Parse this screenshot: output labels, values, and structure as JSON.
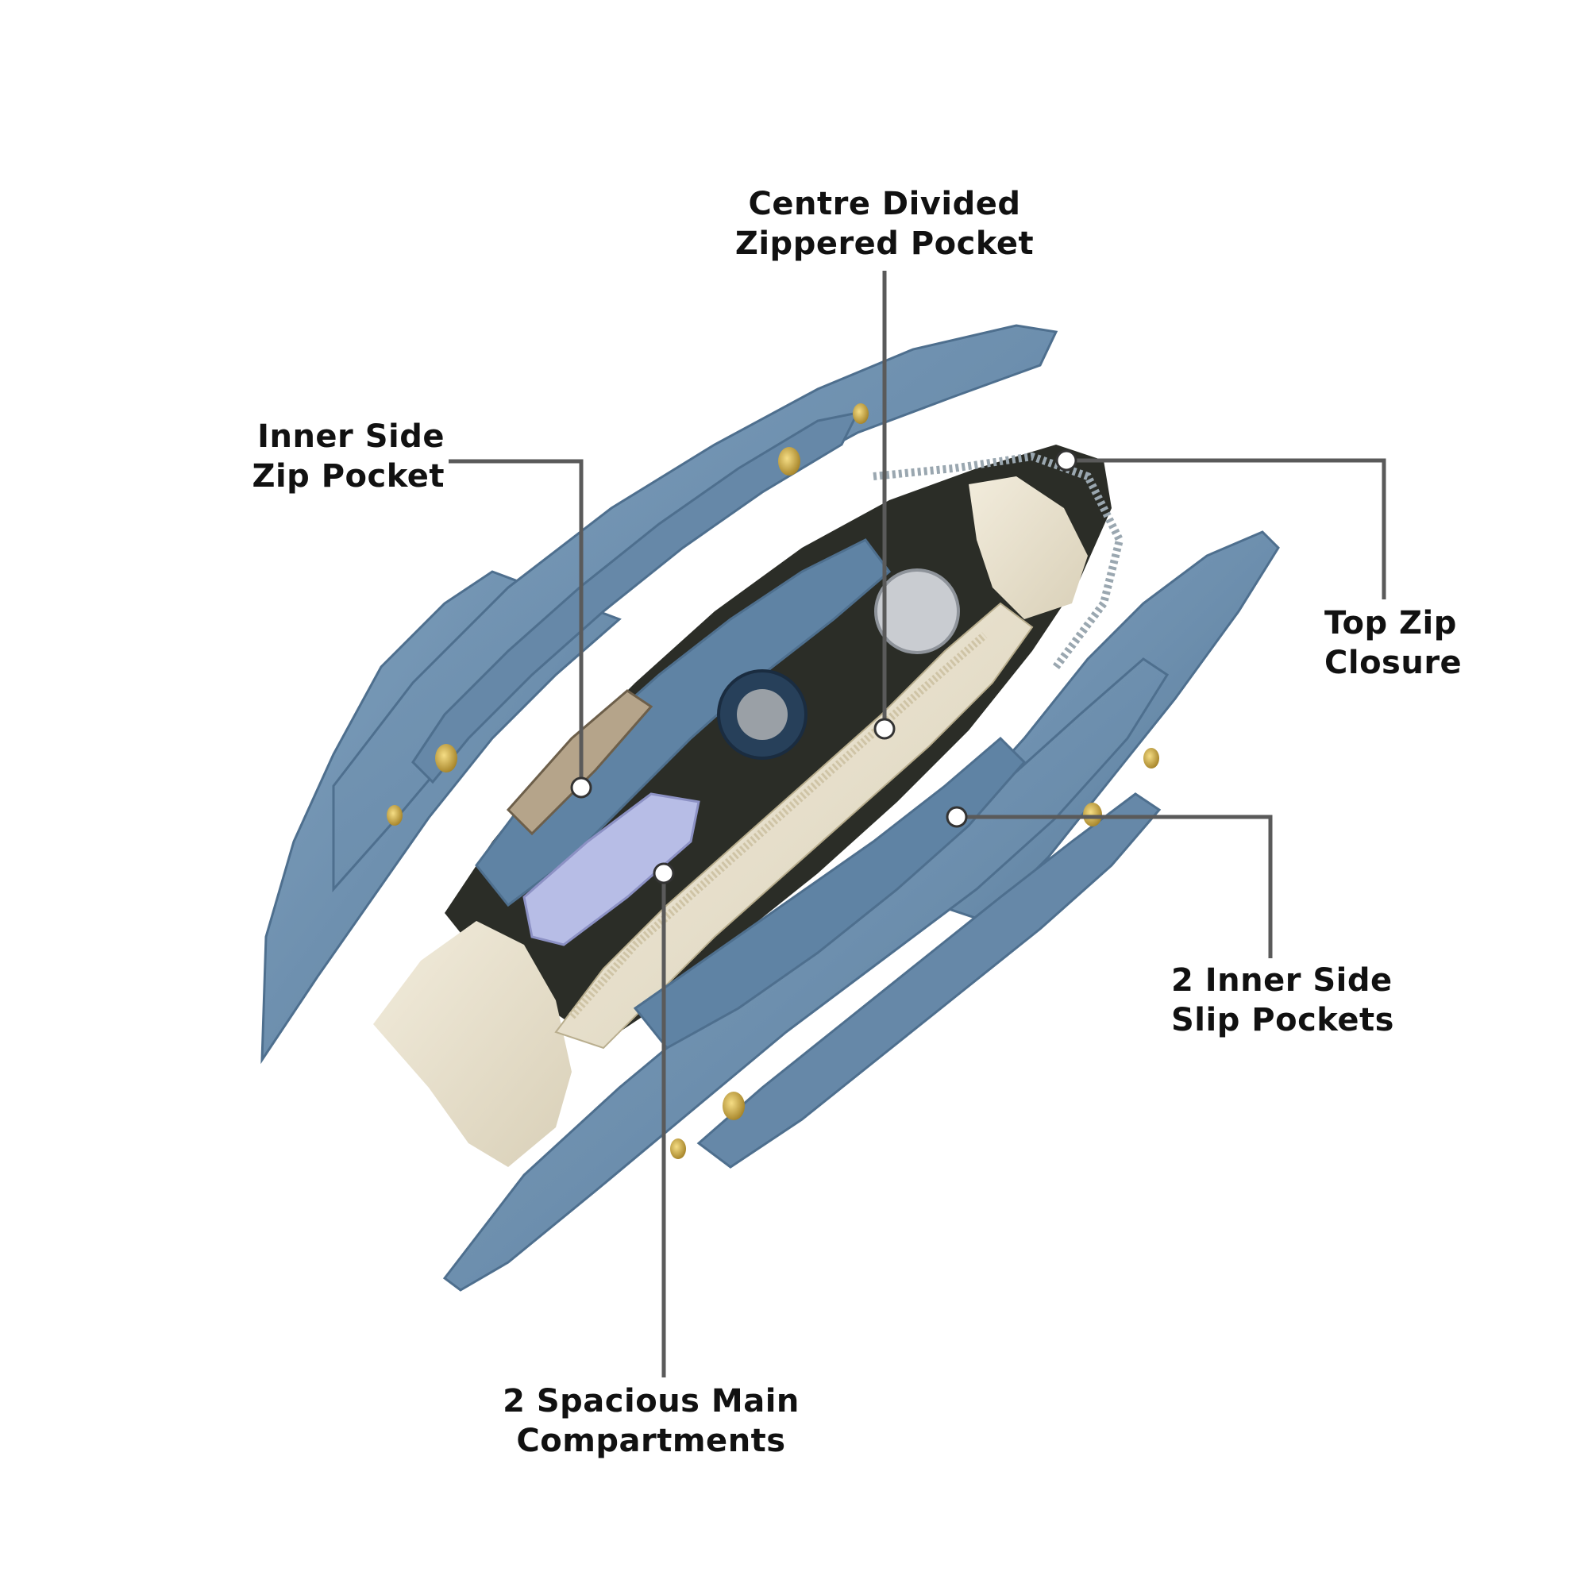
{
  "callouts": {
    "centre_pocket": {
      "line1": "Centre Divided",
      "line2": "Zippered Pocket"
    },
    "inner_side_zip": {
      "line1": "Inner Side",
      "line2": "Zip Pocket"
    },
    "top_zip": {
      "line1": "Top Zip",
      "line2": "Closure"
    },
    "slip_pockets": {
      "line1": "2 Inner Side",
      "line2": "Slip Pockets"
    },
    "main_compartments": {
      "line1": "2 Spacious Main",
      "line2": "Compartments"
    }
  },
  "colors": {
    "leather": "#6d8fae",
    "leather_dark": "#4e6f8e",
    "lining": "#2b2d27",
    "cream": "#e9e2cf",
    "gold": "#c9a23a",
    "leader_line": "#5a5a5a",
    "dot": "#ffffff"
  }
}
